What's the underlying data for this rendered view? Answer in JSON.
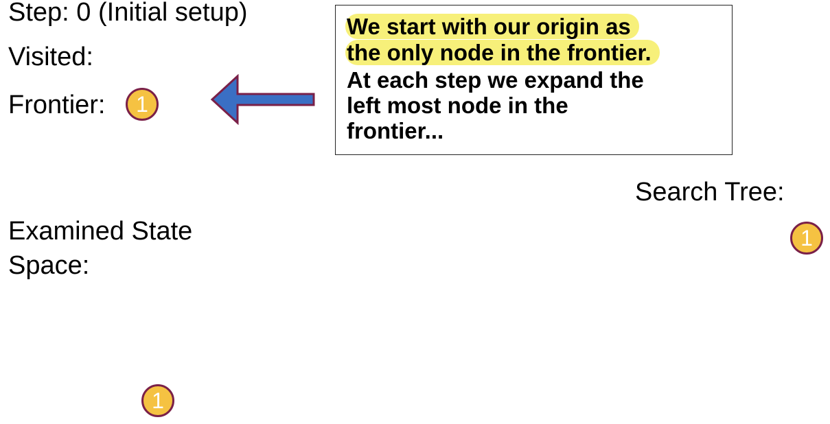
{
  "status": {
    "step_label": "Step: 0 (Initial setup)",
    "visited_label": "Visited:",
    "frontier_label": "Frontier:",
    "examined_label": "Examined State Space:",
    "search_tree_label": "Search Tree:"
  },
  "nodes": {
    "frontier_node": "1",
    "tree_node": "1",
    "state_space_node": "1"
  },
  "callout": {
    "lines": [
      "We start with our origin as",
      "the only node in the frontier.",
      "At each step we expand the",
      "left most node in the",
      "frontier..."
    ],
    "highlighted_line_count": 2
  },
  "colors": {
    "node_fill": "#f5c242",
    "node_border": "#7a2048",
    "arrow_fill": "#3a6fc4",
    "arrow_border": "#7a2048",
    "highlight": "#f7f07a"
  }
}
